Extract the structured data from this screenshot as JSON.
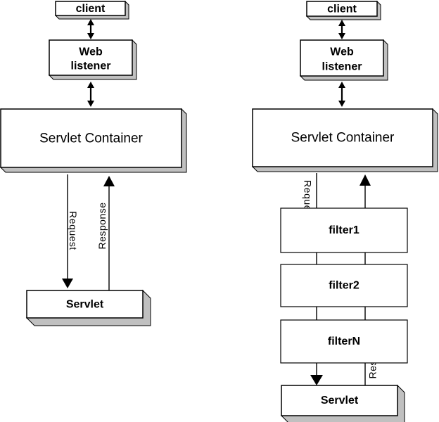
{
  "page": {
    "background": "#ffffff"
  },
  "colors": {
    "box_fill": "#ffffff",
    "box_border": "#000000",
    "shadow_fill": "#c0c0c0",
    "text": "#000000"
  },
  "left_diagram": {
    "client_label": "client",
    "web_listener_line1": "Web",
    "web_listener_line2": "listener",
    "servlet_container_label": "Servlet Container",
    "request_label": "Request",
    "response_label": "Response",
    "servlet_label": "Servlet"
  },
  "right_diagram": {
    "client_label": "client",
    "web_listener_line1": "Web",
    "web_listener_line2": "listener",
    "servlet_container_label": "Servlet Container",
    "request_label": "Request",
    "response_label": "Response",
    "filters": [
      {
        "label": "filter1"
      },
      {
        "label": "filter2"
      },
      {
        "label": "filterN"
      }
    ],
    "servlet_label": "Servlet"
  }
}
